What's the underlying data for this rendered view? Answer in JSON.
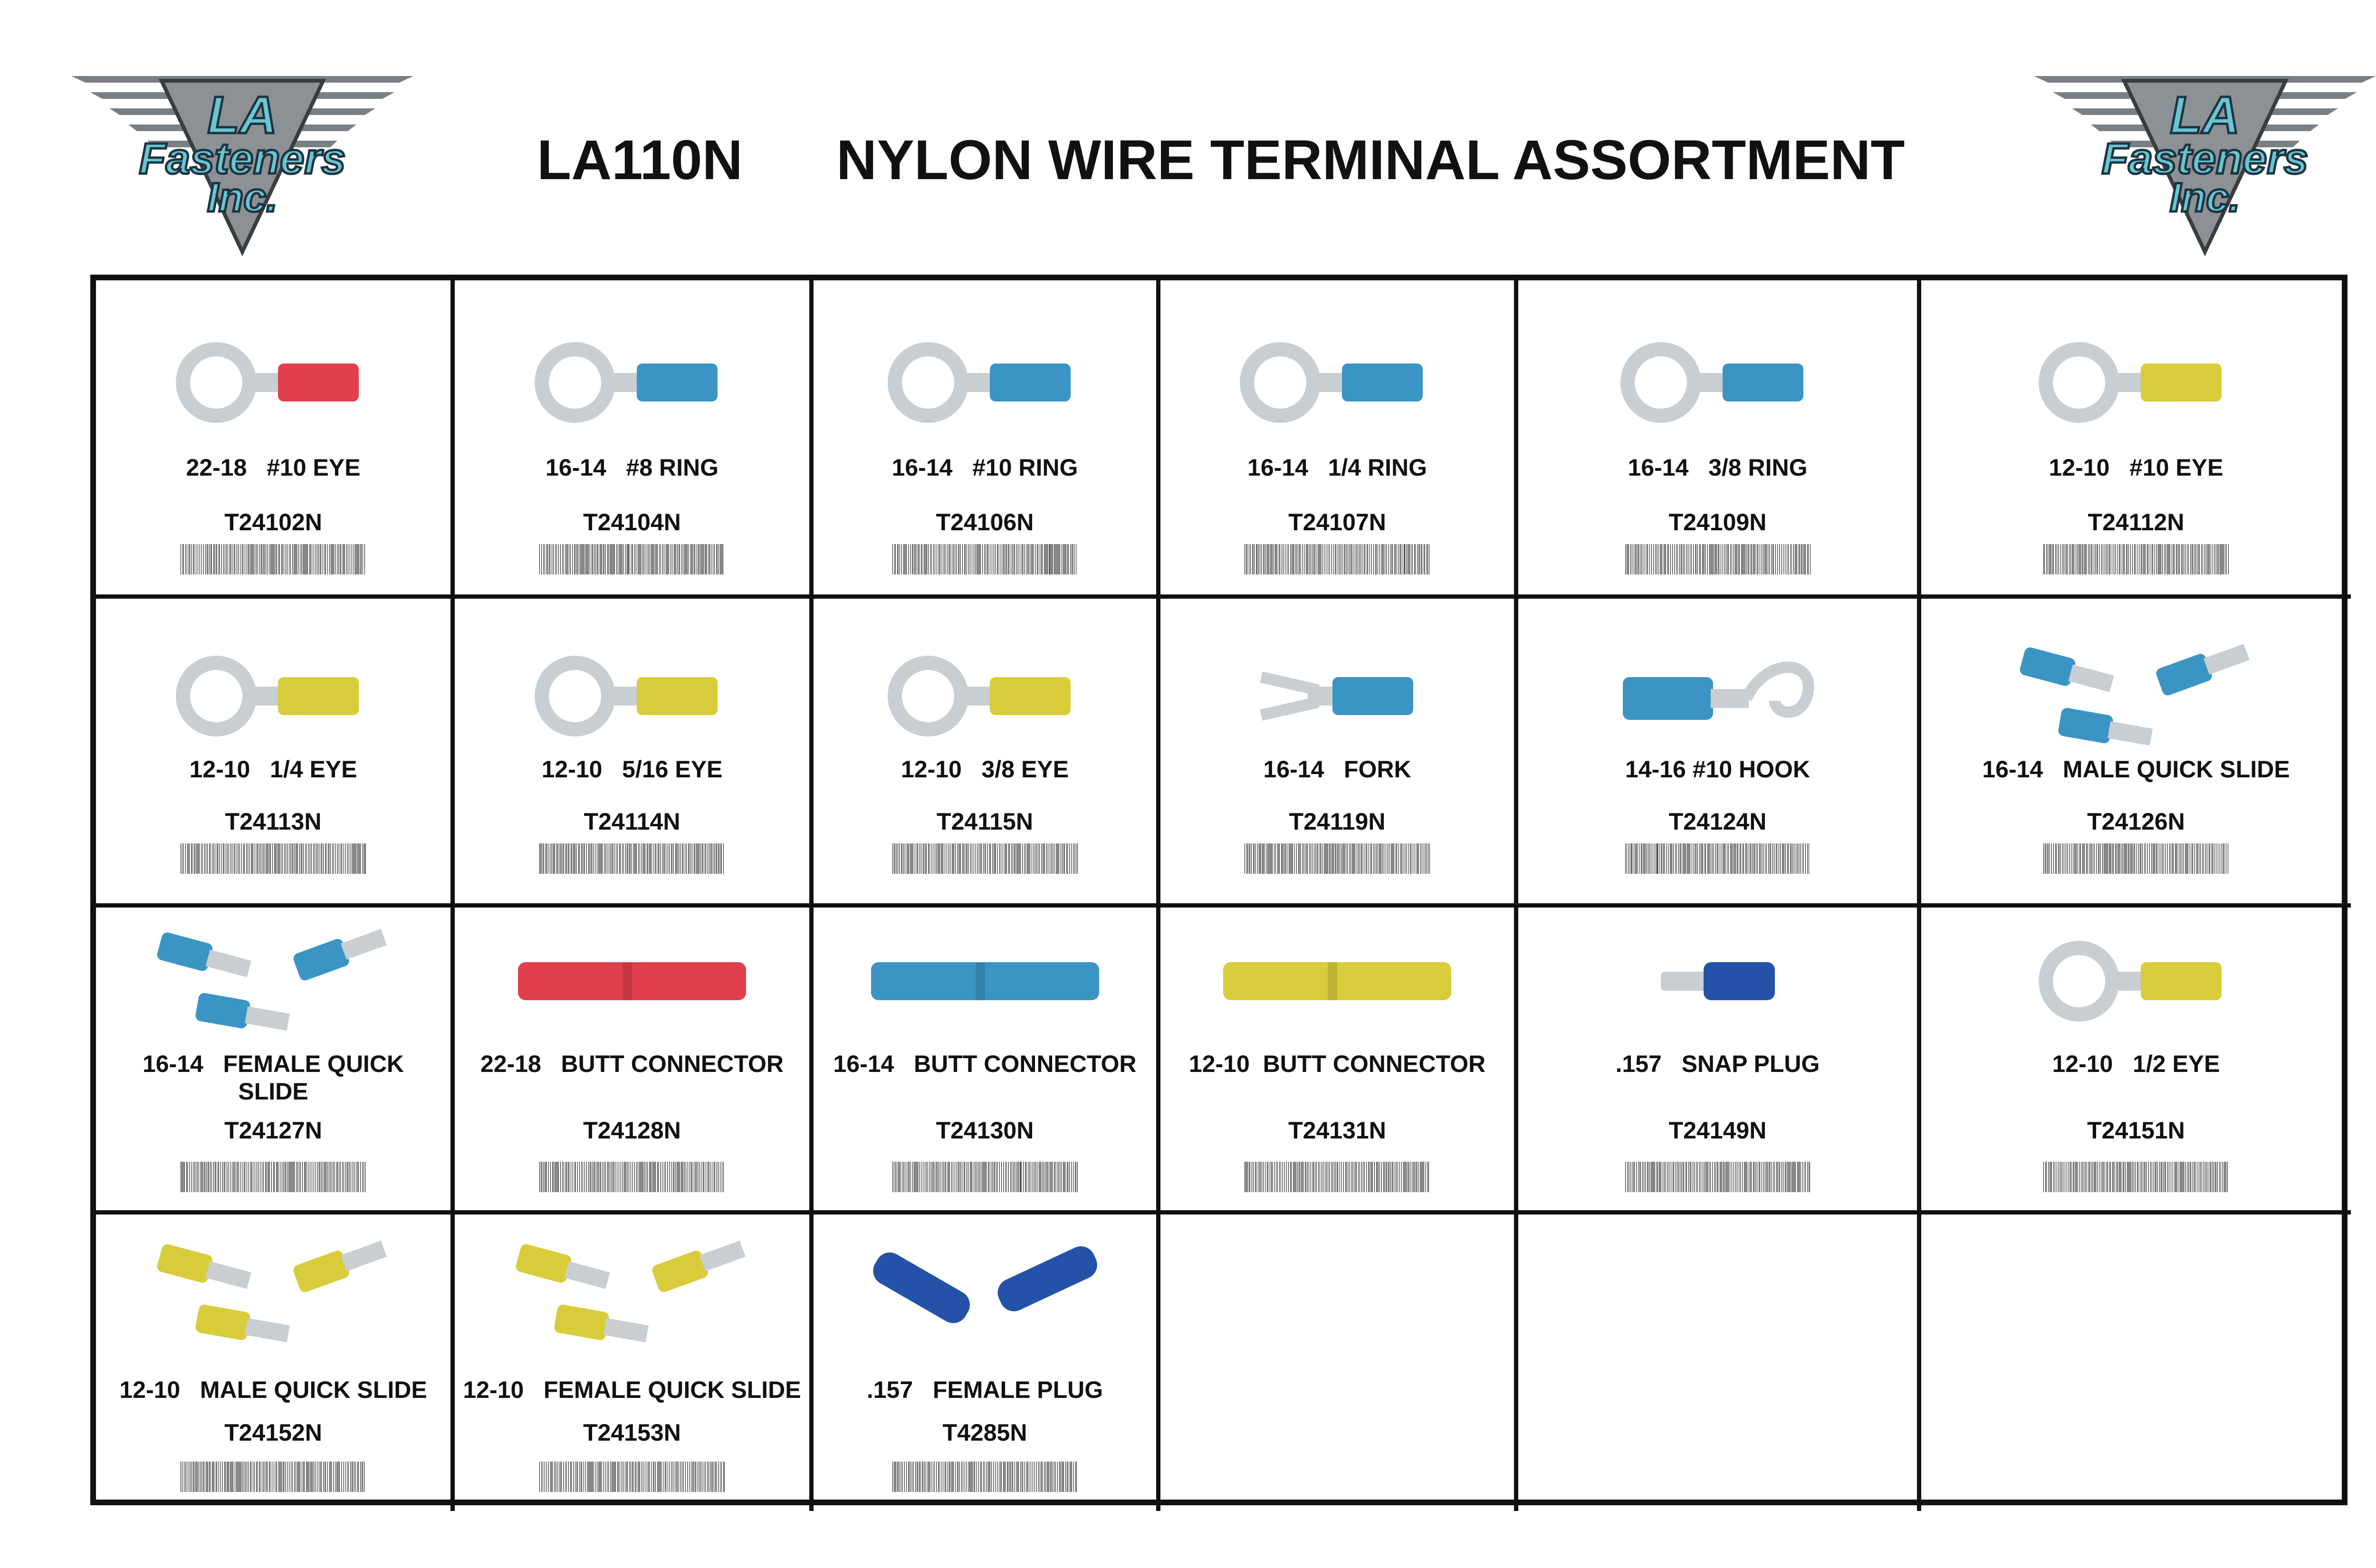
{
  "header": {
    "code": "LA110N",
    "title": "NYLON WIRE TERMINAL ASSORTMENT"
  },
  "logo": {
    "line1": "LA",
    "line2": "Fasteners",
    "line3": "Inc."
  },
  "colors": {
    "red": "#e0404e",
    "blue": "#3b95c4",
    "yellow": "#d9cc3a",
    "navy": "#2452a8",
    "logo_teal": "#67c6d1",
    "metal": "#c9ced3"
  },
  "items": [
    {
      "desc": "22-18   #10 EYE",
      "part": "T24102N",
      "type": "ring",
      "color": "red"
    },
    {
      "desc": "16-14   #8 RING",
      "part": "T24104N",
      "type": "ring",
      "color": "blue"
    },
    {
      "desc": "16-14   #10 RING",
      "part": "T24106N",
      "type": "ring",
      "color": "blue"
    },
    {
      "desc": "16-14   1/4 RING",
      "part": "T24107N",
      "type": "ring",
      "color": "blue"
    },
    {
      "desc": "16-14   3/8 RING",
      "part": "T24109N",
      "type": "ring",
      "color": "blue"
    },
    {
      "desc": "12-10   #10 EYE",
      "part": "T24112N",
      "type": "ring",
      "color": "yellow"
    },
    {
      "desc": "12-10   1/4 EYE",
      "part": "T24113N",
      "type": "ring",
      "color": "yellow"
    },
    {
      "desc": "12-10   5/16 EYE",
      "part": "T24114N",
      "type": "ring",
      "color": "yellow"
    },
    {
      "desc": "12-10   3/8 EYE",
      "part": "T24115N",
      "type": "ring",
      "color": "yellow"
    },
    {
      "desc": "16-14   FORK",
      "part": "T24119N",
      "type": "fork",
      "color": "blue"
    },
    {
      "desc": "14-16 #10 HOOK",
      "part": "T24124N",
      "type": "hook",
      "color": "blue"
    },
    {
      "desc": "16-14   MALE QUICK SLIDE",
      "part": "T24126N",
      "type": "quick",
      "color": "blue"
    },
    {
      "desc": "16-14   FEMALE QUICK\nSLIDE",
      "part": "T24127N",
      "type": "quick",
      "color": "blue"
    },
    {
      "desc": "22-18   BUTT CONNECTOR",
      "part": "T24128N",
      "type": "butt",
      "color": "red"
    },
    {
      "desc": "16-14   BUTT CONNECTOR",
      "part": "T24130N",
      "type": "butt",
      "color": "blue"
    },
    {
      "desc": "12-10  BUTT CONNECTOR",
      "part": "T24131N",
      "type": "butt",
      "color": "yellow"
    },
    {
      "desc": ".157   SNAP PLUG",
      "part": "T24149N",
      "type": "snap",
      "color": "navy"
    },
    {
      "desc": "12-10   1/2 EYE",
      "part": "T24151N",
      "type": "ring",
      "color": "yellow"
    },
    {
      "desc": "12-10   MALE QUICK SLIDE",
      "part": "T24152N",
      "type": "quick",
      "color": "yellow"
    },
    {
      "desc": "12-10   FEMALE QUICK SLIDE",
      "part": "T24153N",
      "type": "quick",
      "color": "yellow"
    },
    {
      "desc": ".157   FEMALE PLUG",
      "part": "T4285N",
      "type": "plug",
      "color": "navy"
    }
  ]
}
